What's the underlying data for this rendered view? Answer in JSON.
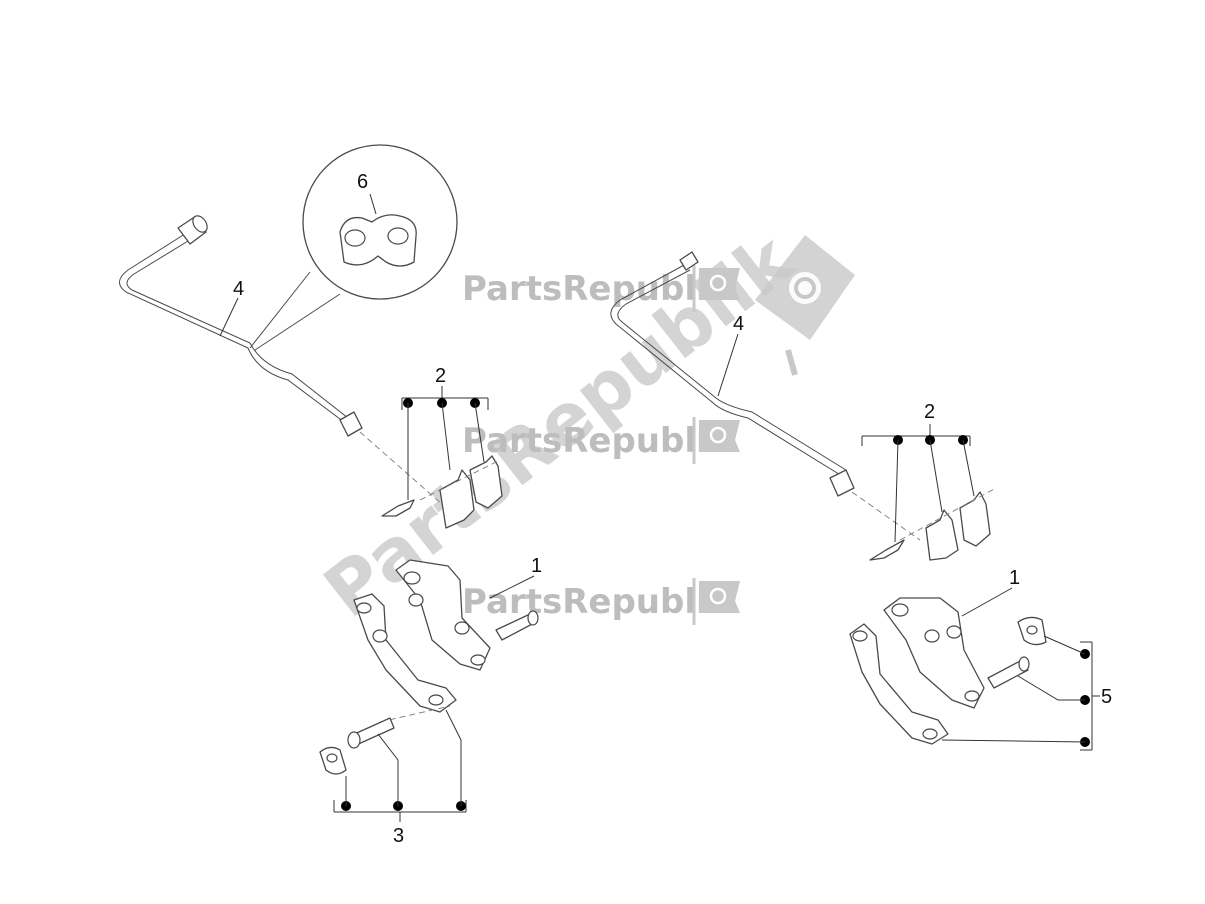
{
  "watermark": {
    "brand": "PartsRepublik",
    "large_text": "PartsRepublik"
  },
  "callouts": {
    "left_part_4": "4",
    "left_detail_6": "6",
    "left_part_2": "2",
    "left_part_1": "1",
    "left_part_3": "3",
    "right_part_4": "4",
    "right_part_2": "2",
    "right_part_1": "1",
    "right_part_5": "5"
  },
  "colors": {
    "line": "#4a4a4a",
    "watermark": "#bdbdbd",
    "dot": "#000000"
  }
}
